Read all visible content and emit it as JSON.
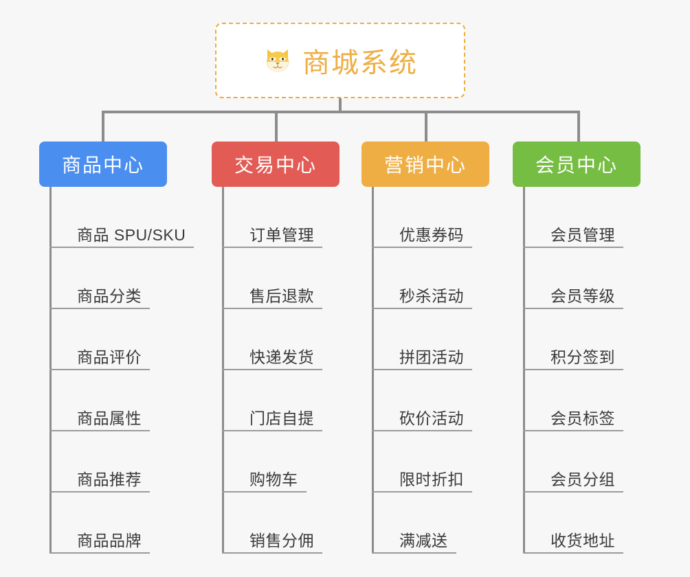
{
  "root": {
    "title": "商城系统",
    "icon": "dog-face-emoji",
    "border_color": "#edab3f",
    "text_color": "#eeae44",
    "background": "#ffffff"
  },
  "canvas": {
    "background": "#f7f7f7",
    "connector_color": "#8c8c8c"
  },
  "branches": [
    {
      "title": "商品中心",
      "color": "#4a8ef0",
      "items": [
        "商品 SPU/SKU",
        "商品分类",
        "商品评价",
        "商品属性",
        "商品推荐",
        "商品品牌"
      ]
    },
    {
      "title": "交易中心",
      "color": "#e25c55",
      "items": [
        "订单管理",
        "售后退款",
        "快递发货",
        "门店自提",
        "购物车",
        "销售分佣"
      ]
    },
    {
      "title": "营销中心",
      "color": "#eeae44",
      "items": [
        "优惠券码",
        "秒杀活动",
        "拼团活动",
        "砍价活动",
        "限时折扣",
        "满减送"
      ]
    },
    {
      "title": "会员中心",
      "color": "#76bd43",
      "items": [
        "会员管理",
        "会员等级",
        "积分签到",
        "会员标签",
        "会员分组",
        "收货地址"
      ]
    }
  ]
}
